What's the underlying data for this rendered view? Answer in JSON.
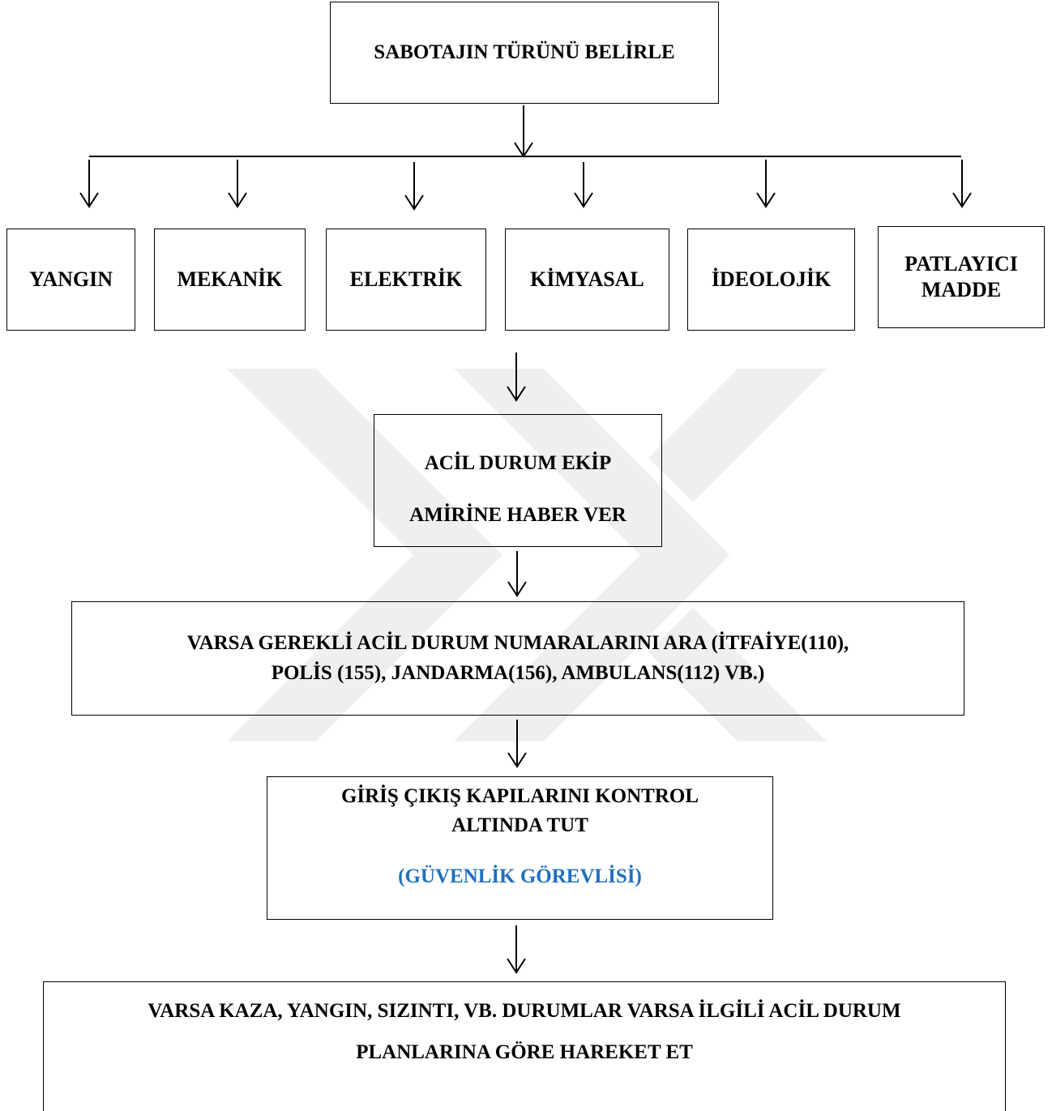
{
  "watermark": {
    "color": "#efefef"
  },
  "flow": {
    "start": "SABOTAJIN TÜRÜNÜ BELİRLE",
    "types": [
      "YANGIN",
      "MEKANİK",
      "ELEKTRİK",
      "KİMYASAL",
      "İDEOLOJİK",
      "PATLAYICI",
      "MADDE"
    ],
    "notify": {
      "line1": "ACİL DURUM EKİP",
      "line2": "AMİRİNE HABER VER"
    },
    "call": {
      "line1": "VARSA GEREKLİ ACİL DURUM NUMARALARINI ARA (İTFAİYE(110),",
      "line2": "POLİS (155), JANDARMA(156), AMBULANS(112) VB.)"
    },
    "gates": {
      "line1": "GİRİŞ ÇIKIŞ KAPILARINI KONTROL",
      "line2": "ALTINDA TUT",
      "role": "(GÜVENLİK GÖREVLİSİ)",
      "role_color": "#1f6fc0"
    },
    "final": {
      "line1": "VARSA KAZA, YANGIN, SIZINTI, VB. DURUMLAR VARSA İLGİLİ ACİL DURUM",
      "line2": "PLANLARINA GÖRE HAREKET ET"
    }
  }
}
